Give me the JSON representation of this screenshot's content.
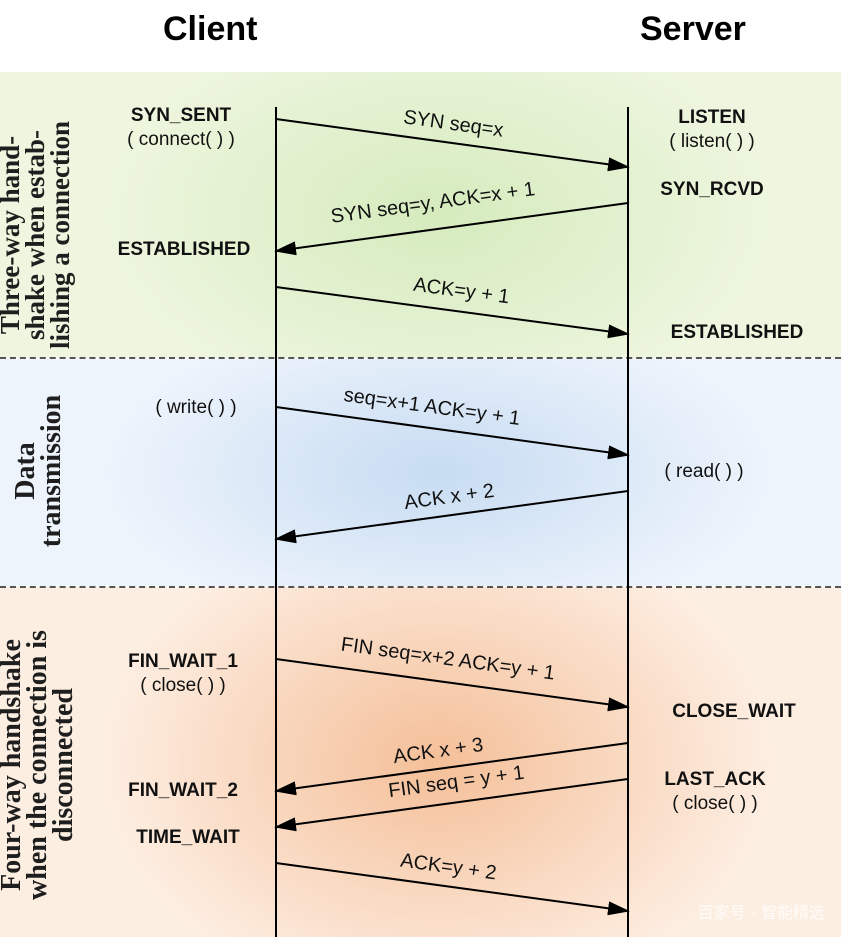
{
  "headers": {
    "client": "Client",
    "server": "Server"
  },
  "sections": [
    {
      "key": "handshake",
      "label_lines": [
        "Three-way hand-",
        "shake when estab-",
        "lishing a connection"
      ],
      "color_a": "#eef6df",
      "color_b": "#d5ebbd"
    },
    {
      "key": "data",
      "label_lines": [
        "Data",
        "transmission"
      ],
      "color_a": "#eef4fc",
      "color_b": "#c7dcf2"
    },
    {
      "key": "teardown",
      "label_lines": [
        "Four-way handshake",
        "when the connection is",
        "disconnected"
      ],
      "color_a": "#fdeee2",
      "color_b": "#f4bf98"
    }
  ],
  "client_states": [
    {
      "title": "SYN_SENT",
      "call": "( connect( ) )"
    },
    {
      "title": "ESTABLISHED",
      "call": ""
    },
    {
      "title": "",
      "call": "( write( ) )"
    },
    {
      "title": "FIN_WAIT_1",
      "call": "( close( ) )"
    },
    {
      "title": "FIN_WAIT_2",
      "call": ""
    },
    {
      "title": "TIME_WAIT",
      "call": ""
    }
  ],
  "server_states": [
    {
      "title": "LISTEN",
      "call": "( listen( ) )"
    },
    {
      "title": "SYN_RCVD",
      "call": ""
    },
    {
      "title": "ESTABLISHED",
      "call": ""
    },
    {
      "title": "",
      "call": "( read( ) )"
    },
    {
      "title": "CLOSE_WAIT",
      "call": ""
    },
    {
      "title": "LAST_ACK",
      "call": "( close( ) )"
    }
  ],
  "messages": [
    {
      "label": "SYN seq=x",
      "direction": "client-to-server"
    },
    {
      "label": "SYN seq=y, ACK=x + 1",
      "direction": "server-to-client"
    },
    {
      "label": "ACK=y + 1",
      "direction": "client-to-server"
    },
    {
      "label": "seq=x+1 ACK=y + 1",
      "direction": "client-to-server"
    },
    {
      "label": "ACK x + 2",
      "direction": "server-to-client"
    },
    {
      "label": "FIN seq=x+2 ACK=y + 1",
      "direction": "client-to-server"
    },
    {
      "label": "ACK x + 3",
      "direction": "server-to-client"
    },
    {
      "label": "FIN seq = y + 1",
      "direction": "server-to-client"
    },
    {
      "label": "ACK=y + 2",
      "direction": "client-to-server"
    }
  ],
  "watermark": "百家号 · 智能精选"
}
